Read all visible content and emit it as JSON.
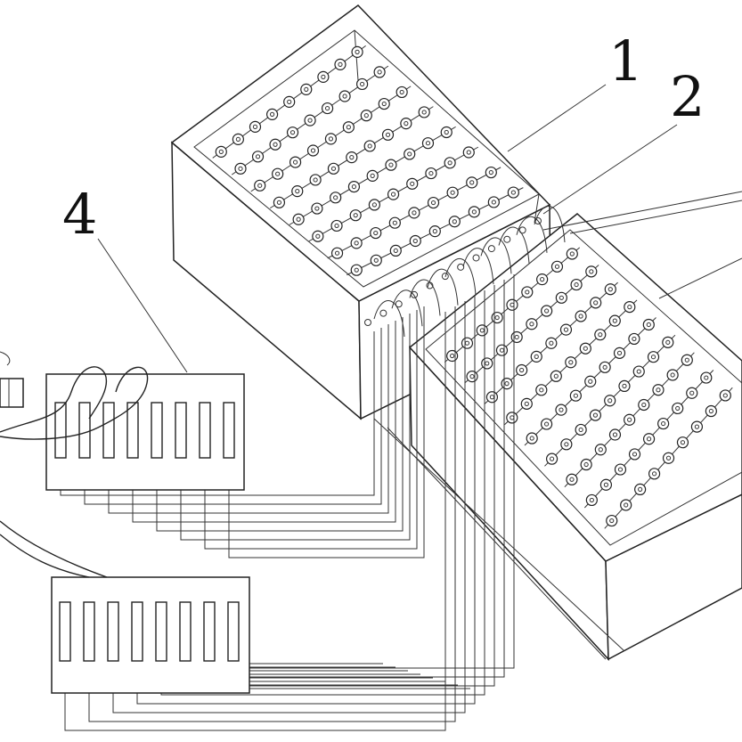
{
  "figure": {
    "type": "patent-line-drawing",
    "stroke_color": "#222222",
    "background": "#ffffff"
  },
  "callouts": {
    "c1": "1",
    "c2": "2",
    "c4": "4"
  }
}
